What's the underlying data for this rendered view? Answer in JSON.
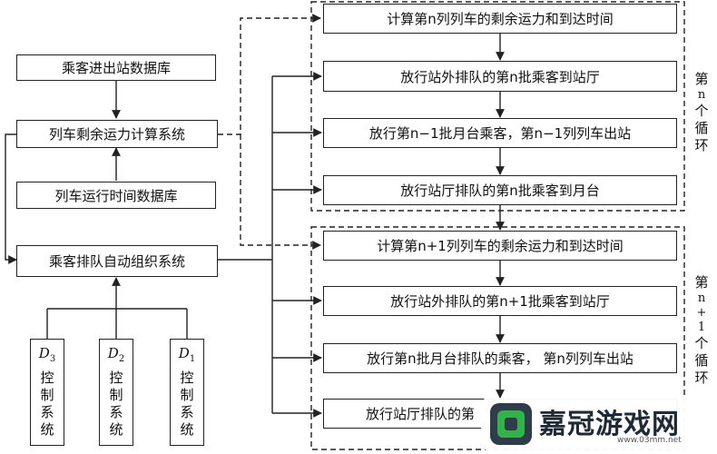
{
  "left_column": {
    "passenger_db": "乘客进出站数据库",
    "capacity_system": "列车剩余运力计算系统",
    "timetable_db": "列车运行时间数据库",
    "queue_system": "乘客排队自动组织系统"
  },
  "controls": [
    {
      "letter": "D",
      "sub": "3",
      "chars": [
        "控",
        "制",
        "系",
        "统"
      ]
    },
    {
      "letter": "D",
      "sub": "2",
      "chars": [
        "控",
        "制",
        "系",
        "统"
      ]
    },
    {
      "letter": "D",
      "sub": "1",
      "chars": [
        "控",
        "制",
        "系",
        "统"
      ]
    }
  ],
  "cycle_n": {
    "label": [
      "第",
      "n",
      "个",
      "循",
      "环"
    ],
    "steps": [
      "计算第n列列车的剩余运力和到达时间",
      "放行站外排队的第n批乘客到站厅",
      "放行第n−1批月台乘客，第n−1列列车出站",
      "放行站厅排队的第n批乘客到月台"
    ]
  },
  "cycle_n1": {
    "label": [
      "第",
      "n",
      "+",
      "1",
      "个",
      "循",
      "环"
    ],
    "steps": [
      "计算第n+1列列车的剩余运力和到达时间",
      "放行站外排队的第n+1批乘客到站厅",
      "放行第n批月台排队的乘客， 第n列列车出站",
      "放行站厅排队的第"
    ]
  },
  "watermark": {
    "title": "嘉冠游戏网",
    "url": "www.03mm.net"
  }
}
